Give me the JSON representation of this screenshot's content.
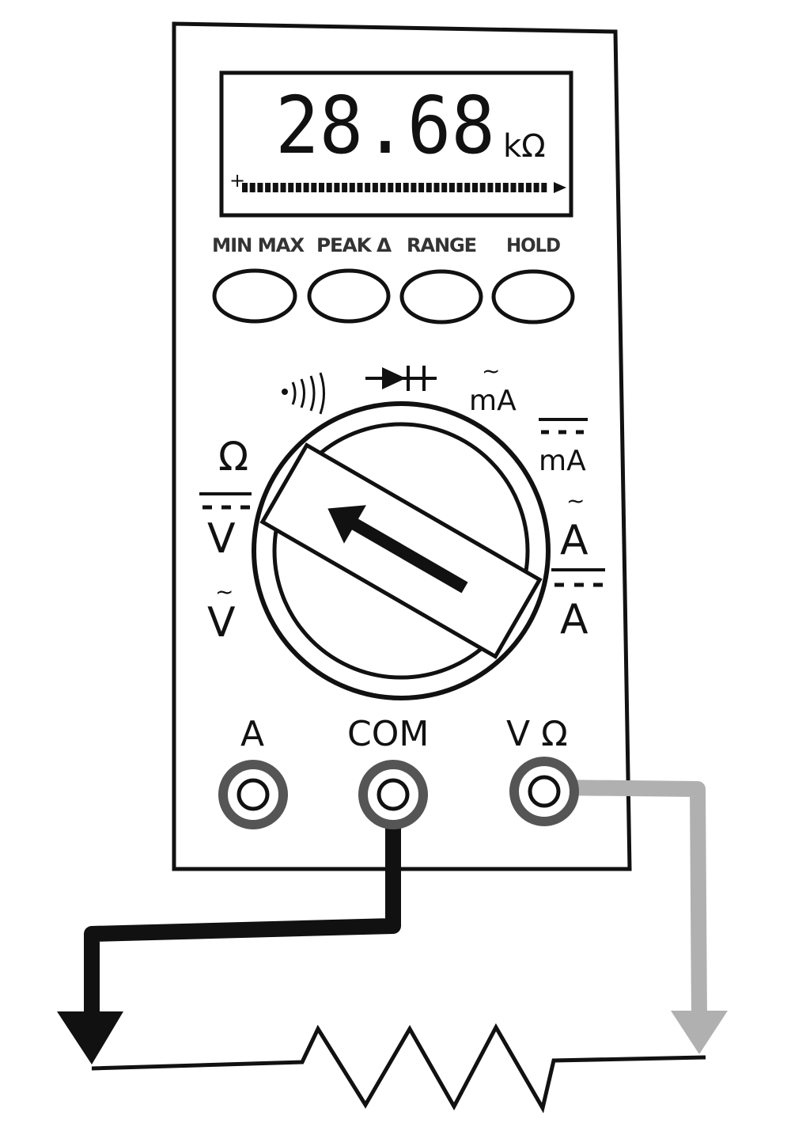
{
  "display": {
    "reading": "28.68",
    "unit": "kΩ",
    "bargraph_start": "+"
  },
  "buttons": [
    {
      "label": "MIN MAX"
    },
    {
      "label": "PEAK Δ"
    },
    {
      "label": "RANGE"
    },
    {
      "label": "HOLD"
    }
  ],
  "dial": {
    "selected": "Ω",
    "positions": {
      "continuity": "·)))",
      "diode": "▶|",
      "ac_milliamps": "mA",
      "ohms": "Ω",
      "dc_milliamps": "mA",
      "dc_volts": "V",
      "ac_amps": "A",
      "ac_volts": "V",
      "dc_amps": "A"
    }
  },
  "jacks": [
    {
      "label": "A"
    },
    {
      "label": "COM"
    },
    {
      "label": "V Ω"
    }
  ],
  "colors": {
    "ink": "#111111",
    "com_lead": "#111111",
    "v_lead": "#b0b0b0",
    "jack_ring": "#555555"
  }
}
